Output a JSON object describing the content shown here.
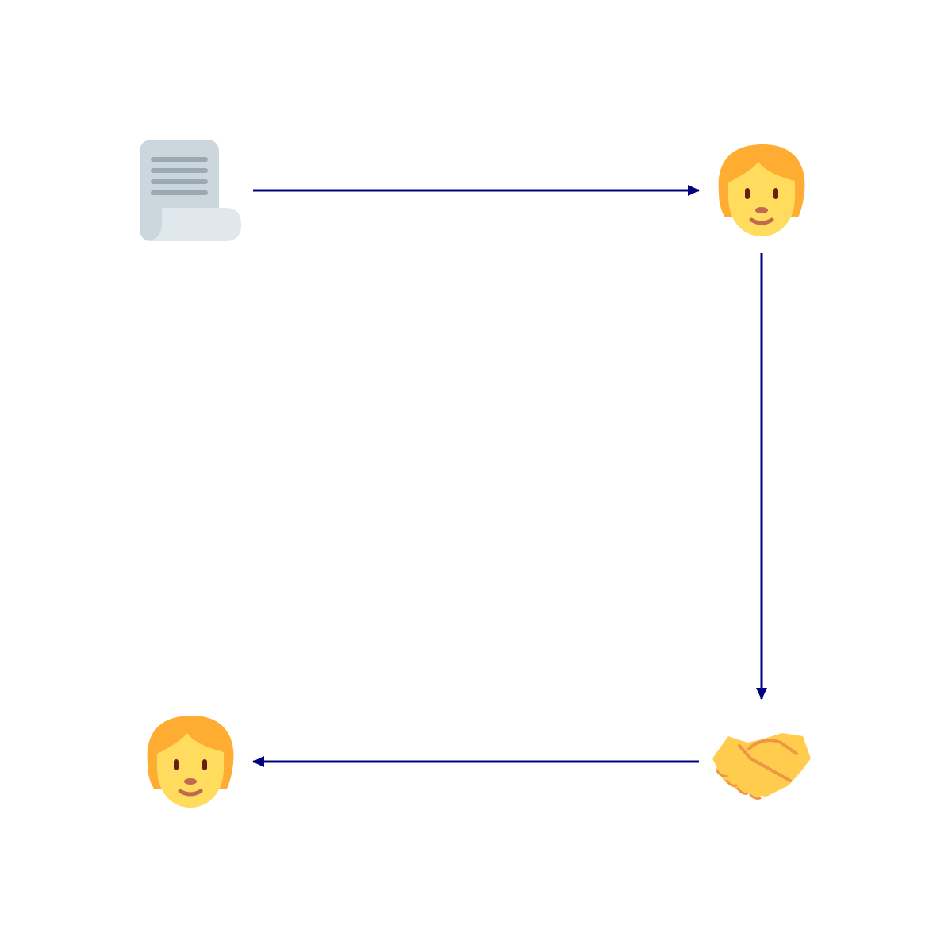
{
  "diagram": {
    "nodes": [
      {
        "id": "scroll",
        "icon": "scroll-document-icon"
      },
      {
        "id": "person-top-right",
        "icon": "person-icon"
      },
      {
        "id": "handshake",
        "icon": "handshake-icon"
      },
      {
        "id": "person-bottom-left",
        "icon": "person-icon"
      }
    ],
    "edges": [
      {
        "from": "scroll",
        "to": "person-top-right"
      },
      {
        "from": "person-top-right",
        "to": "handshake"
      },
      {
        "from": "handshake",
        "to": "person-bottom-left"
      }
    ]
  },
  "colors": {
    "background": "#ffffff",
    "arrow": "#00007f",
    "paper": "#ccd6dd",
    "paper_curl": "#e1e8ed",
    "paper_lines": "#99aab5",
    "hair": "#ffac33",
    "skin": "#ffdc5d",
    "eyes": "#662113",
    "nose": "#c1694f",
    "mouth": "#c1694f",
    "hand": "#ffcc4d",
    "hand_shadow": "#ef9645"
  }
}
